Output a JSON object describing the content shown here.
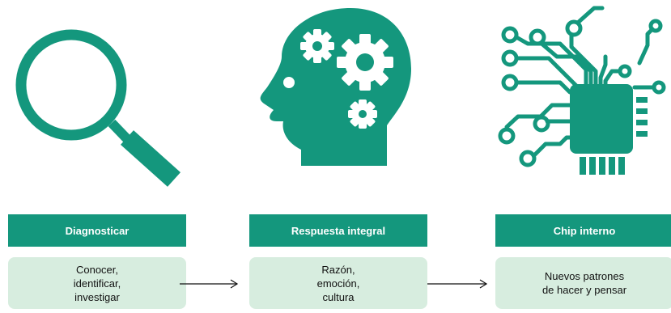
{
  "steps": [
    {
      "title": "Diagnosticar",
      "description": "Conocer,\nidentificar,\ninvestigar",
      "icon": "magnifying-glass-icon"
    },
    {
      "title": "Respuesta integral",
      "description": "Razón,\nemoción,\ncultura",
      "icon": "head-with-gears-icon"
    },
    {
      "title": "Chip interno",
      "description": "Nuevos patrones\nde hacer y pensar",
      "icon": "circuit-chip-icon"
    }
  ],
  "colors": {
    "accent": "#14977d",
    "box_fill": "#d7eddf",
    "arrow": "#111111"
  }
}
